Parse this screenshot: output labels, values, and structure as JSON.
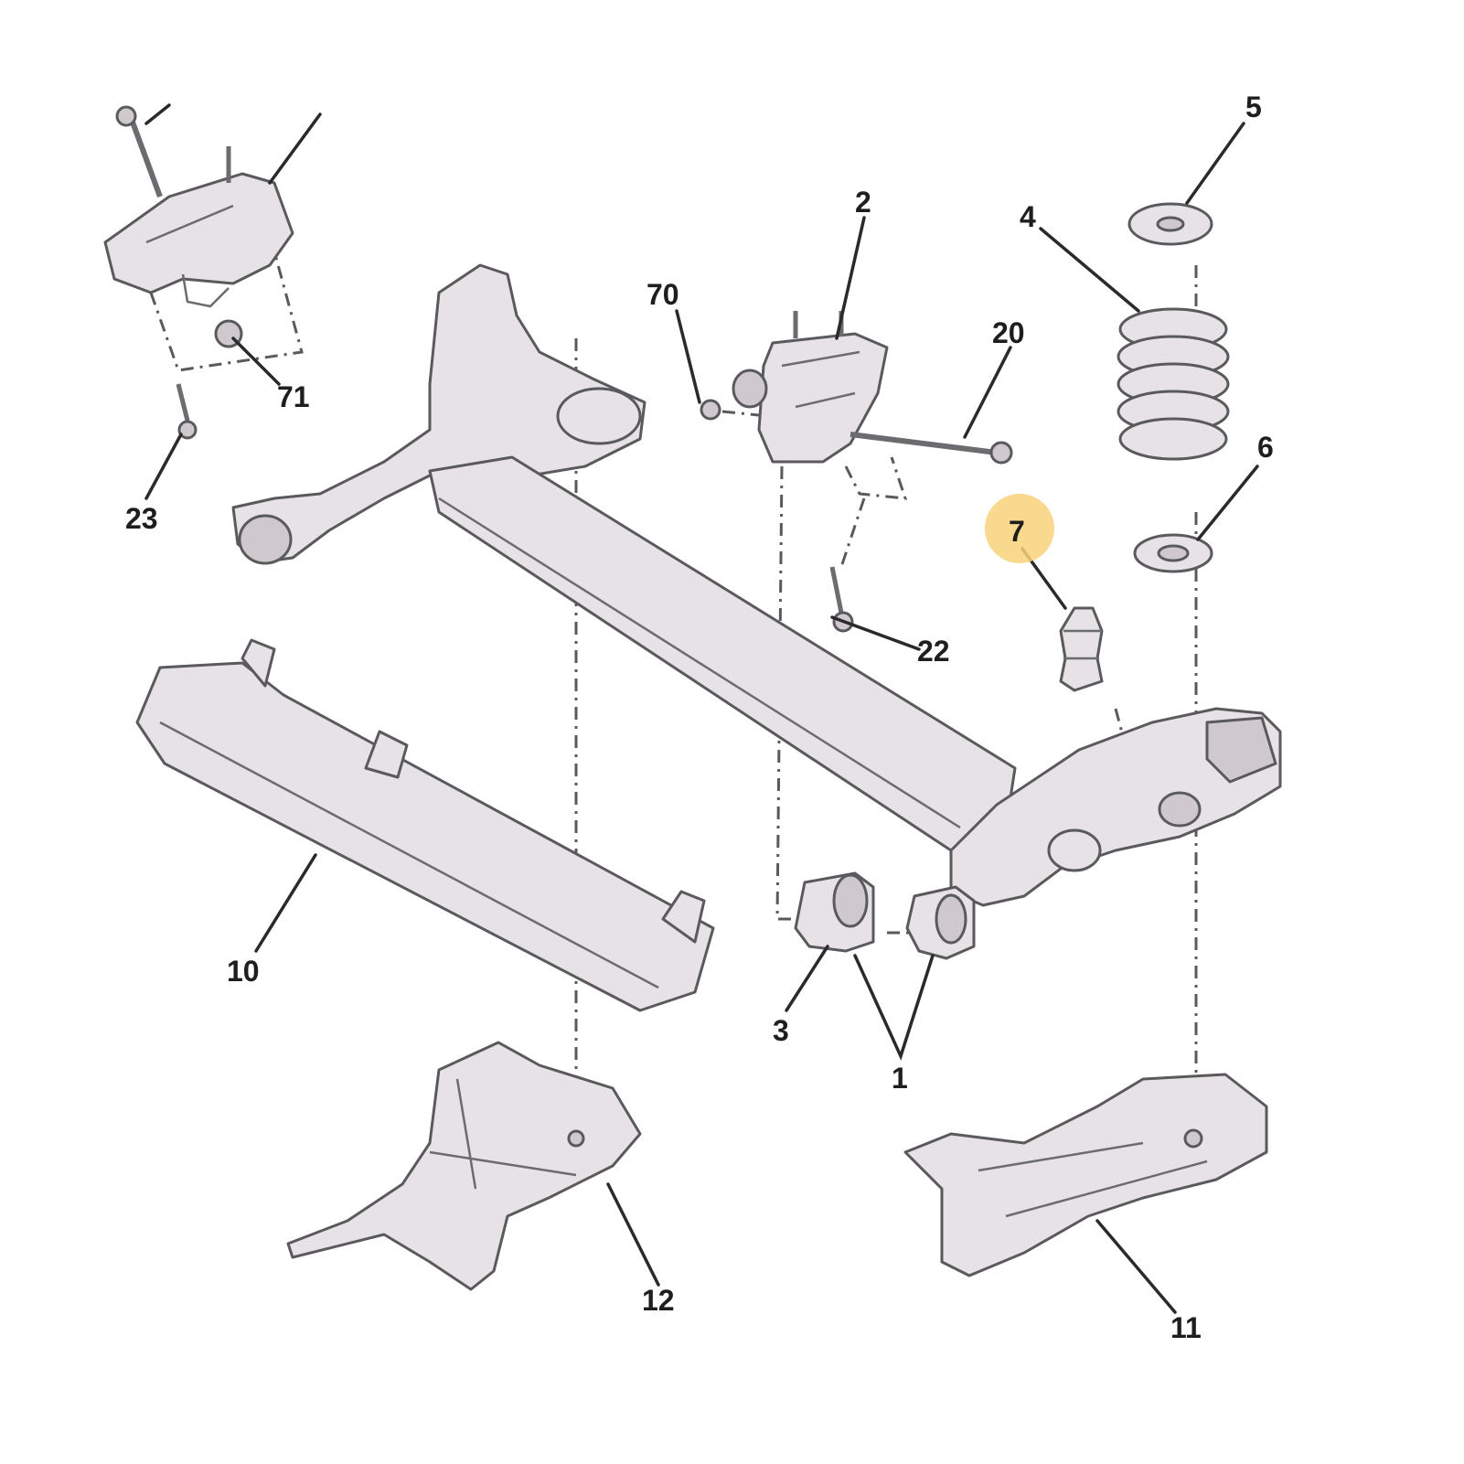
{
  "callouts": {
    "c1": "1",
    "c2": "2",
    "c3": "3",
    "c4": "4",
    "c5": "5",
    "c6": "6",
    "c7": "7",
    "c10": "10",
    "c11": "11",
    "c12": "12",
    "c20": "20",
    "c22": "22",
    "c23": "23",
    "c70": "70",
    "c71": "71"
  },
  "colors": {
    "part_fill": "#e6e2e5",
    "outline": "#5a5a5e",
    "highlight": "#f7d27a"
  },
  "highlighted_callout": "7"
}
